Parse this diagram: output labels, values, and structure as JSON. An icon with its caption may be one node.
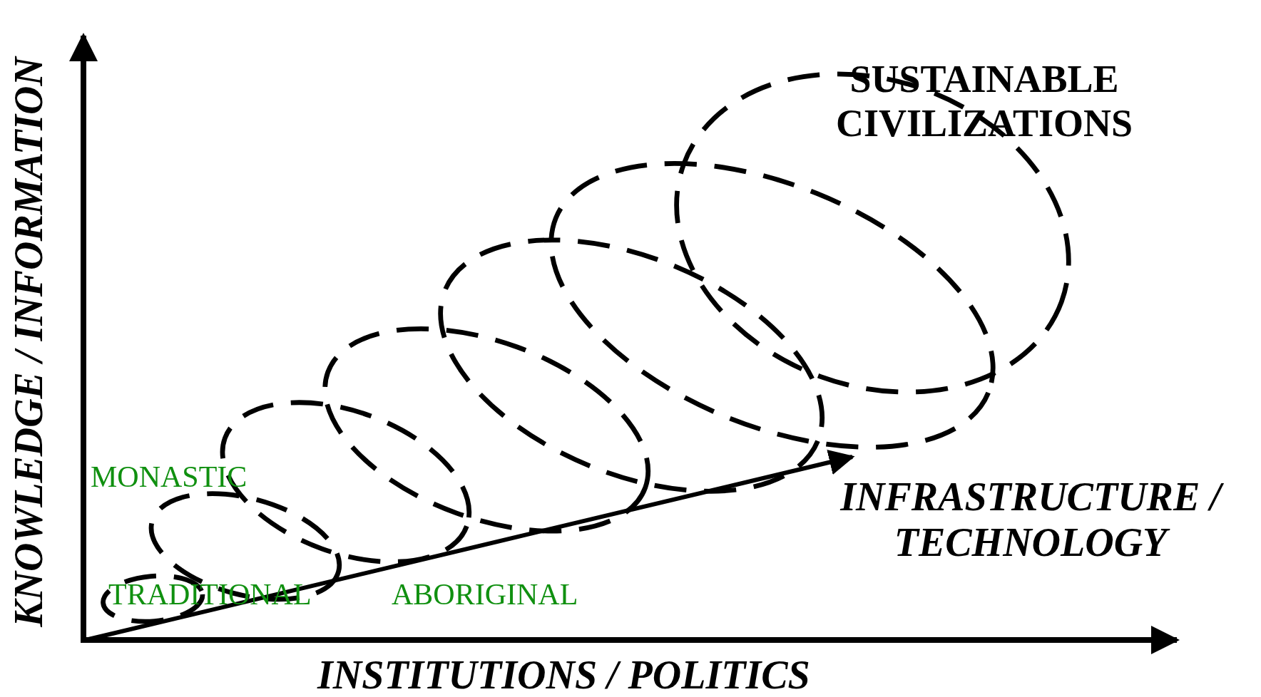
{
  "diagram": {
    "labels": [
      "SUSTAINABLE CIVILIZATIONS",
      "KNOWLEDGE / INFORMATION",
      "MONASTIC",
      "INFRASTRUCTURE / TECHNOLOGY",
      "TRADITIONAL",
      "ABORIGINAL",
      "INSTITUTIONS / POLITICS"
    ]
  }
}
